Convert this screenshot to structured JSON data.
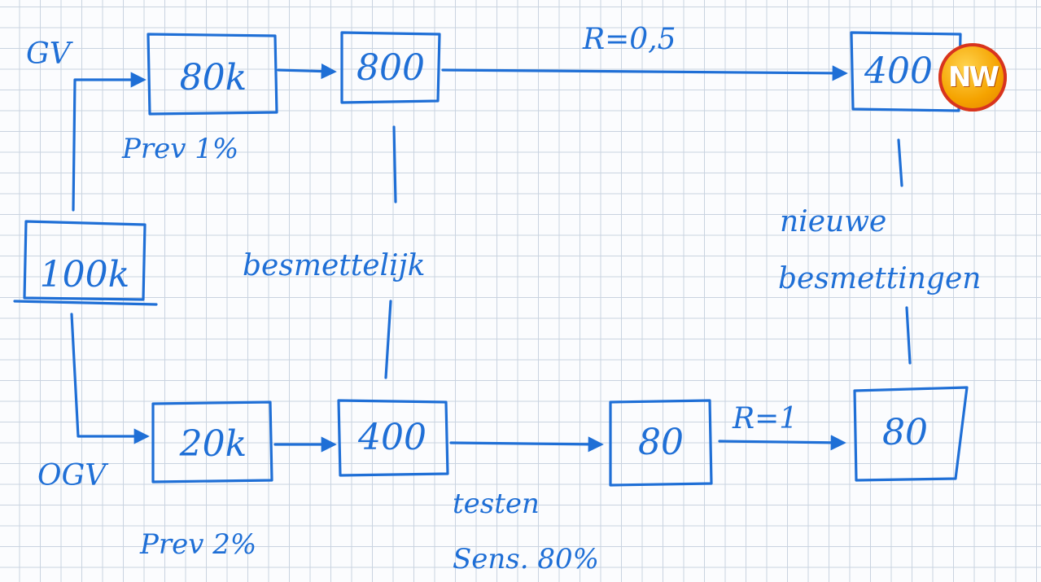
{
  "labels": {
    "gv": "GV",
    "ogv": "OGV",
    "prev_top": "Prev 1%",
    "prev_bottom": "Prev 2%",
    "besmettelijk": "besmettelijk",
    "nieuwe": "nieuwe",
    "besmettingen": "besmettingen",
    "r_top": "R=0,5",
    "r_bottom": "R=1",
    "testen": "testen",
    "sens": "Sens. 80%"
  },
  "boxes": {
    "start": "100k",
    "gv_pop": "80k",
    "gv_inf": "800",
    "gv_new": "400",
    "ogv_pop": "20k",
    "ogv_inf": "400",
    "ogv_tested": "80",
    "ogv_new": "80"
  },
  "logo": {
    "text": "NW"
  },
  "colors": {
    "ink": "#1f6fd6"
  }
}
